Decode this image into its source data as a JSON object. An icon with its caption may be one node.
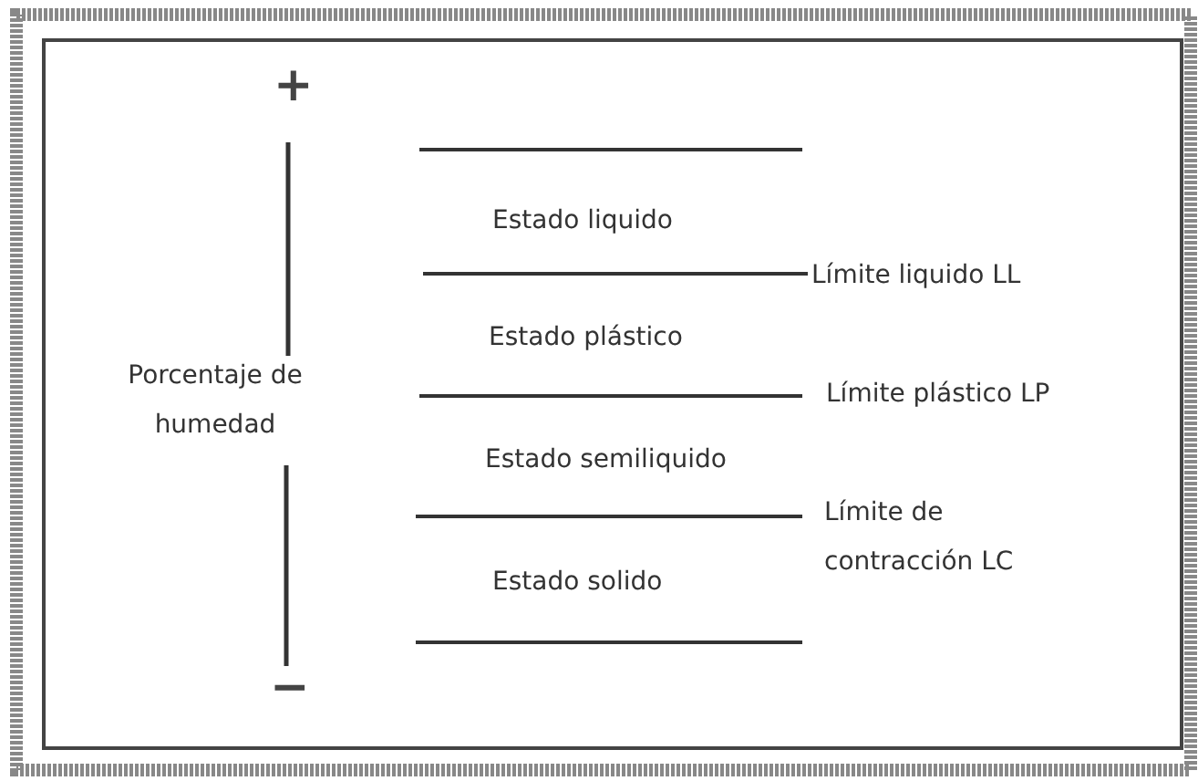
{
  "diagram": {
    "labels": [
      "+",
      "Estado liquido",
      "Límite liquido LL",
      "Estado plástico",
      "Porcentaje de humedad",
      "Límite plástico LP",
      "Estado semiliquido",
      "Límite de contracción LC",
      "Estado solido",
      "−"
    ]
  }
}
